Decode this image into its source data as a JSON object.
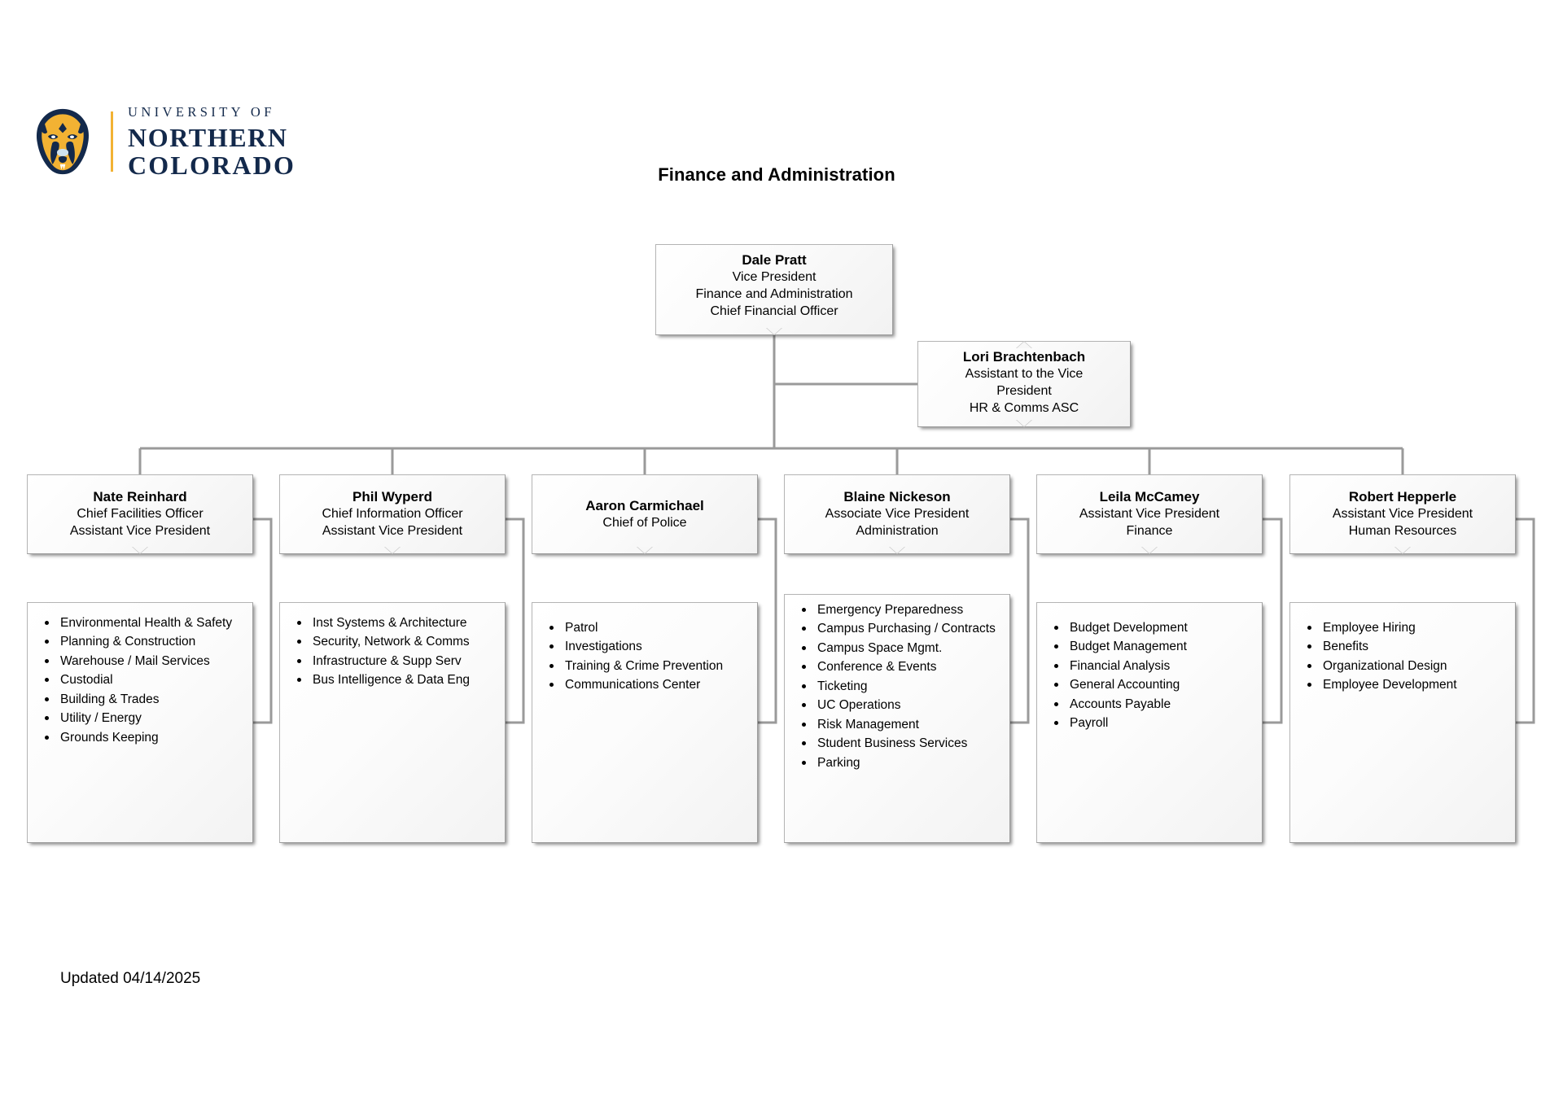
{
  "page": {
    "title": "Finance and Administration",
    "updated_label": "Updated 04/14/2025"
  },
  "logo": {
    "mark": "bear-logo-icon",
    "line1": "UNIVERSITY OF",
    "line2": "NORTHERN",
    "line3": "COLORADO",
    "navy": "#13294b",
    "gold": "#f2b233"
  },
  "chart_data": {
    "type": "org-chart",
    "root": {
      "name": "Dale Pratt",
      "titles": [
        "Vice President",
        "Finance and Administration",
        "Chief Financial Officer"
      ]
    },
    "assistant": {
      "name": "Lori Brachtenbach",
      "titles": [
        "Assistant to the Vice",
        "President",
        "HR & Comms ASC"
      ]
    },
    "divisions": [
      {
        "name": "Nate Reinhard",
        "titles": [
          "Chief Facilities Officer",
          "Assistant Vice President"
        ],
        "functions": [
          "Environmental Health & Safety",
          "Planning & Construction",
          "Warehouse / Mail Services",
          "Custodial",
          "Building & Trades",
          "Utility / Energy",
          "Grounds Keeping"
        ]
      },
      {
        "name": "Phil Wyperd",
        "titles": [
          "Chief Information Officer",
          "Assistant Vice President"
        ],
        "functions": [
          "Inst Systems & Architecture",
          "Security, Network & Comms",
          "Infrastructure & Supp Serv",
          "Bus Intelligence & Data Eng"
        ]
      },
      {
        "name": "Aaron Carmichael",
        "titles": [
          "Chief of Police"
        ],
        "functions": [
          "Patrol",
          "Investigations",
          "Training & Crime Prevention",
          "Communications Center"
        ]
      },
      {
        "name": "Blaine Nickeson",
        "titles": [
          "Associate Vice President",
          "Administration"
        ],
        "functions": [
          "Emergency Preparedness",
          "Campus Purchasing / Contracts",
          "Campus Space Mgmt.",
          "Conference & Events",
          "Ticketing",
          "UC Operations",
          "Risk Management",
          "Student Business Services",
          "Parking"
        ]
      },
      {
        "name": "Leila McCamey",
        "titles": [
          "Assistant Vice President",
          "Finance"
        ],
        "functions": [
          "Budget Development",
          "Budget Management",
          "Financial Analysis",
          "General Accounting",
          "Accounts Payable",
          "Payroll"
        ]
      },
      {
        "name": "Robert Hepperle",
        "titles": [
          "Assistant Vice President",
          "Human Resources"
        ],
        "functions": [
          "Employee Hiring",
          "Benefits",
          "Organizational Design",
          "Employee Development"
        ]
      }
    ]
  }
}
